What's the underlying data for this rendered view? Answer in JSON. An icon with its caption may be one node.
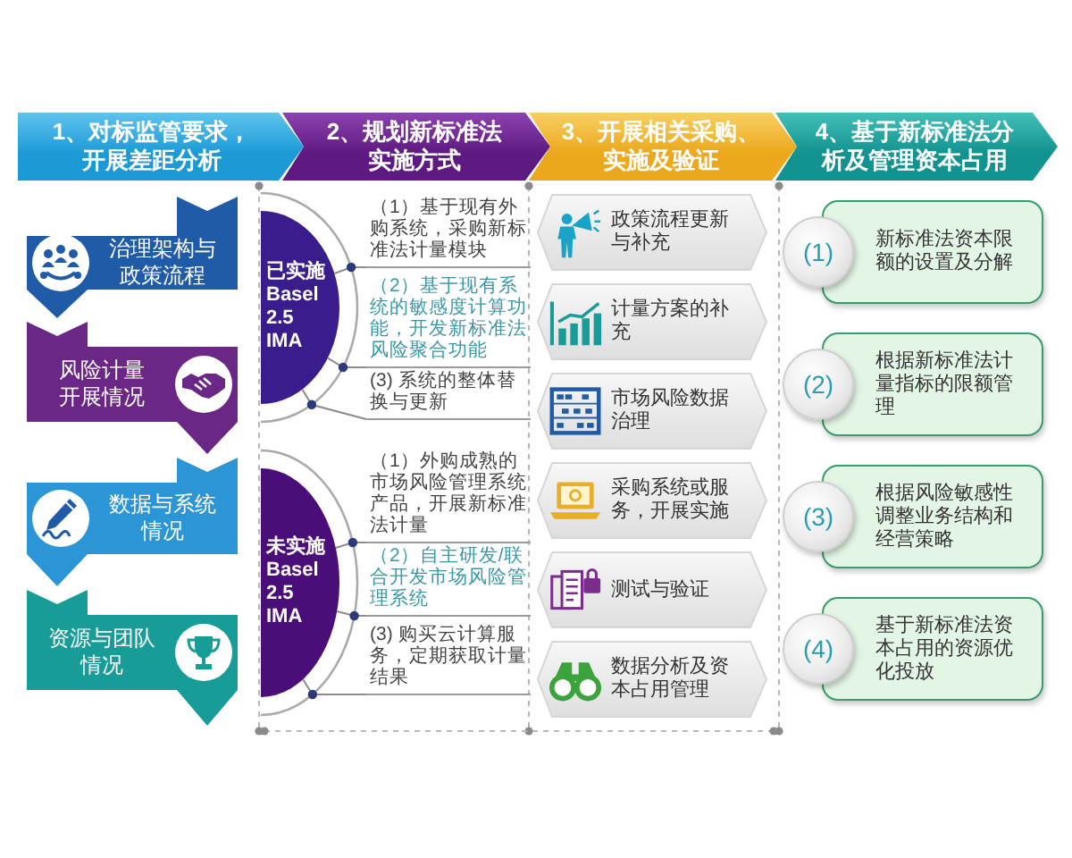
{
  "diagram": {
    "nodes": [
      {
        "text": [
          "1、对标监管要求，开展差距分析"
        ]
      },
      {
        "text": [
          "2、规划新标准法实施方式"
        ]
      },
      {
        "text": [
          "3、开展相关采购、实施及验证"
        ]
      },
      {
        "text": [
          "4、基于新标准法分析及管理资本占用"
        ]
      },
      {
        "text": [
          "治理架构与政策流程"
        ]
      },
      {
        "text": [
          "风险计量开展情况"
        ]
      },
      {
        "text": [
          "数据与系统情况"
        ]
      },
      {
        "text": [
          "资源与团队情况"
        ]
      },
      {
        "text": [
          "已实施 Basel 2.5 IMA"
        ]
      },
      {
        "text": [
          "（1）基于现有外购系统，采购新标准法计量模块"
        ]
      },
      {
        "text": [
          "（2）基于现有系统的敏感度计算功能，开发新标准法风险聚合功能"
        ]
      },
      {
        "text": [
          "(3) 系统的整体替换与更新"
        ]
      },
      {
        "text": [
          "未实施 Basel 2.5 IMA"
        ]
      },
      {
        "text": [
          "（1）外购成熟的市场风险管理系统产品，开展新标准法计量"
        ]
      },
      {
        "text": [
          "（2）自主研发/联合开发市场风险管理系统"
        ]
      },
      {
        "text": [
          "(3) 购买云计算服务，定期获取计量结果"
        ]
      },
      {
        "text": [
          "政策流程更新与补充"
        ]
      },
      {
        "text": [
          "计量方案的补充"
        ]
      },
      {
        "text": [
          "市场风险数据治理"
        ]
      },
      {
        "text": [
          "采购系统或服务，开展实施"
        ]
      },
      {
        "text": [
          "测试与验证"
        ]
      },
      {
        "text": [
          "数据分析及资本占用管理"
        ]
      },
      {
        "text": [
          "(1)",
          "新标准法资本限额的设置及分解"
        ]
      },
      {
        "text": [
          "(2)",
          "根据新标准法计量指标的限额管理"
        ]
      },
      {
        "text": [
          "(3)",
          "根据风险敏感性调整业务结构和经营策略"
        ]
      },
      {
        "text": [
          "(4)",
          "基于新标准法资本占用的资源优化投放"
        ]
      }
    ],
    "edges": [
      {
        "from": 8,
        "to": 9,
        "arrow": "none"
      },
      {
        "from": 8,
        "to": 10,
        "arrow": "none"
      },
      {
        "from": 8,
        "to": 11,
        "arrow": "none"
      },
      {
        "from": 12,
        "to": 13,
        "arrow": "none"
      },
      {
        "from": 12,
        "to": 14,
        "arrow": "none"
      },
      {
        "from": 12,
        "to": 15,
        "arrow": "none"
      }
    ]
  }
}
